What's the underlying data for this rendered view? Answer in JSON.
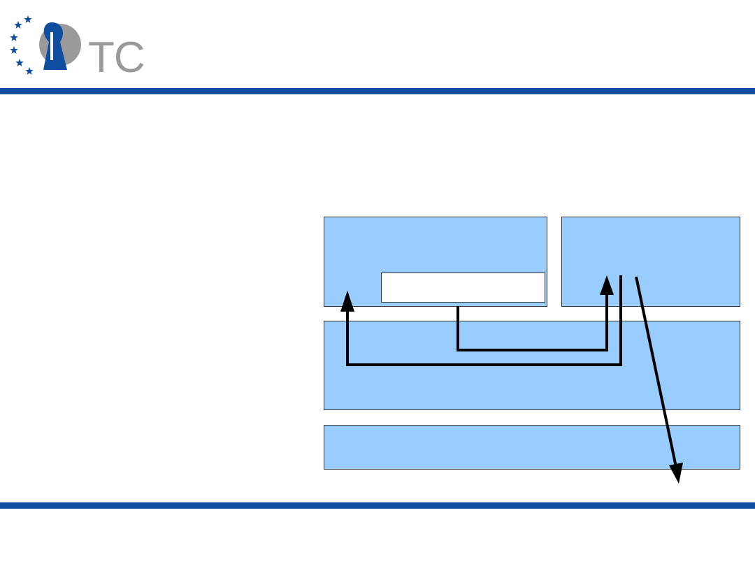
{
  "brand": {
    "logo_text": "TC",
    "primary_color": "#0f4e9e",
    "accent_gray": "#9a9a9a"
  },
  "diagram": {
    "box_fill": "#99ccff",
    "box_border": "#333333",
    "arrow_color": "#000000",
    "boxes": [
      {
        "id": "upper-left"
      },
      {
        "id": "upper-left-inner"
      },
      {
        "id": "upper-right"
      },
      {
        "id": "middle-layer"
      },
      {
        "id": "bottom-layer"
      }
    ]
  }
}
